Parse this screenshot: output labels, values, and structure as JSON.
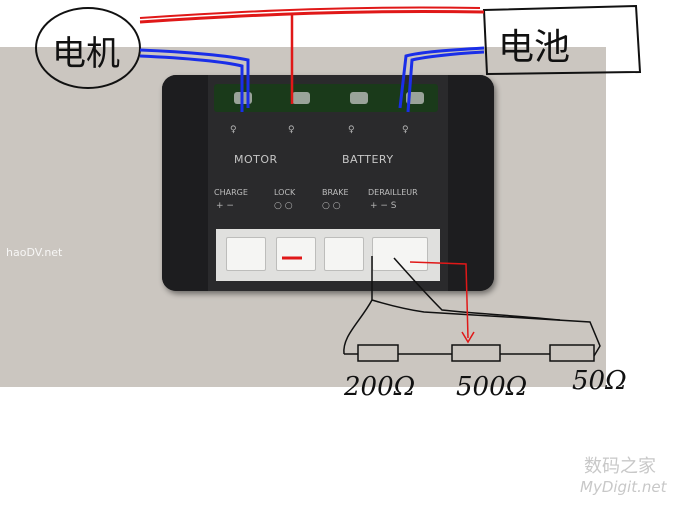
{
  "photo": {
    "labels": {
      "motor": "MOTOR",
      "battery": "BATTERY",
      "charge": "CHARGE",
      "lock": "LOCK",
      "brake": "BRAKE",
      "derailleur": "DERAILLEUR"
    }
  },
  "handwriting": {
    "motor_box": "电机",
    "battery_box": "电池",
    "resistor_1": "200Ω",
    "resistor_2": "500Ω",
    "resistor_3": "50Ω"
  },
  "watermarks": {
    "left": "haoDV.net",
    "corner_cn": "数码之家",
    "corner_en": "MyDigit.net"
  },
  "colors": {
    "red_wire": "#e01818",
    "blue_wire": "#1a2ee8",
    "ink": "#111111"
  }
}
